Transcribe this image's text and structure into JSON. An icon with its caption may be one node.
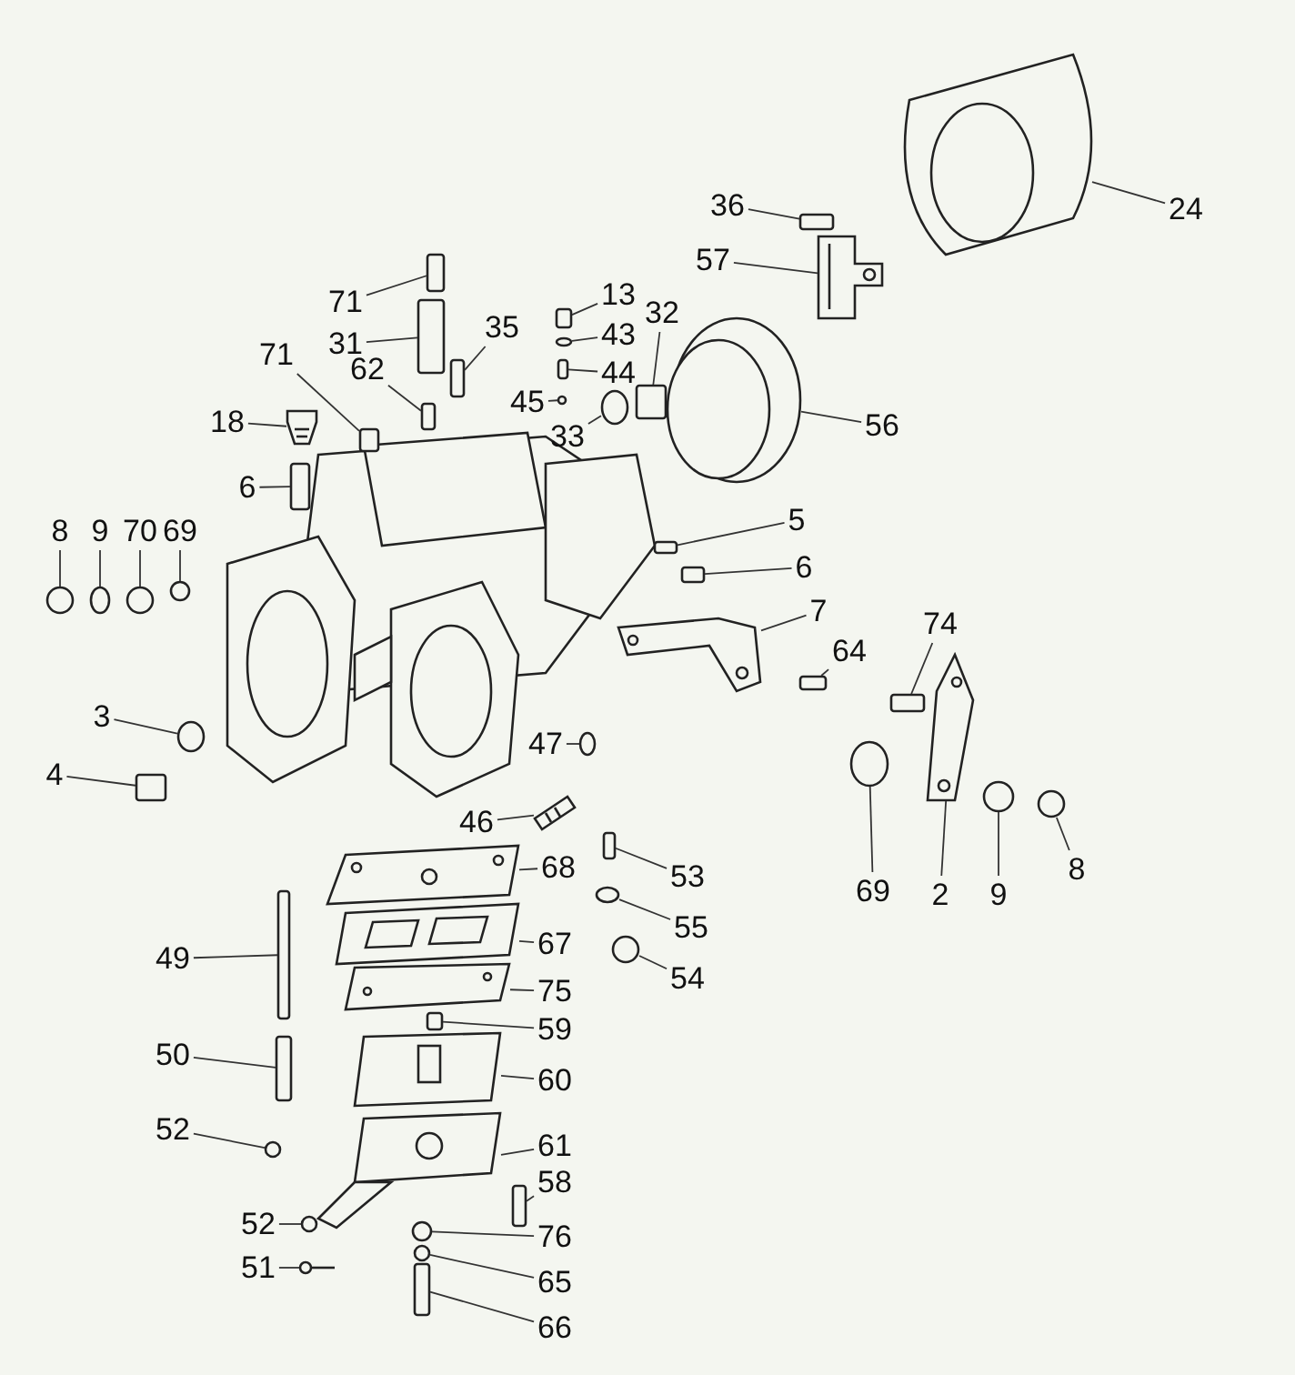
{
  "diagram": {
    "nodes": [
      {
        "text": [
          "71"
        ]
      },
      {
        "text": [
          "31"
        ]
      },
      {
        "text": [
          "35"
        ]
      },
      {
        "text": [
          "13"
        ]
      },
      {
        "text": [
          "43"
        ]
      },
      {
        "text": [
          "44"
        ]
      },
      {
        "text": [
          "32"
        ]
      },
      {
        "text": [
          "36"
        ]
      },
      {
        "text": [
          "57"
        ]
      },
      {
        "text": [
          "24"
        ]
      },
      {
        "text": [
          "71"
        ]
      },
      {
        "text": [
          "62"
        ]
      },
      {
        "text": [
          "18"
        ]
      },
      {
        "text": [
          "45"
        ]
      },
      {
        "text": [
          "33"
        ]
      },
      {
        "text": [
          "56"
        ]
      },
      {
        "text": [
          "6"
        ]
      },
      {
        "text": [
          "8"
        ]
      },
      {
        "text": [
          "9"
        ]
      },
      {
        "text": [
          "70"
        ]
      },
      {
        "text": [
          "69"
        ]
      },
      {
        "text": [
          "5"
        ]
      },
      {
        "text": [
          "6"
        ]
      },
      {
        "text": [
          "7"
        ]
      },
      {
        "text": [
          "74"
        ]
      },
      {
        "text": [
          "64"
        ]
      },
      {
        "text": [
          "3"
        ]
      },
      {
        "text": [
          "4"
        ]
      },
      {
        "text": [
          "47"
        ]
      },
      {
        "text": [
          "46"
        ]
      },
      {
        "text": [
          "69"
        ]
      },
      {
        "text": [
          "2"
        ]
      },
      {
        "text": [
          "9"
        ]
      },
      {
        "text": [
          "8"
        ]
      },
      {
        "text": [
          "68"
        ]
      },
      {
        "text": [
          "53"
        ]
      },
      {
        "text": [
          "55"
        ]
      },
      {
        "text": [
          "54"
        ]
      },
      {
        "text": [
          "49"
        ]
      },
      {
        "text": [
          "67"
        ]
      },
      {
        "text": [
          "75"
        ]
      },
      {
        "text": [
          "59"
        ]
      },
      {
        "text": [
          "50"
        ]
      },
      {
        "text": [
          "60"
        ]
      },
      {
        "text": [
          "52"
        ]
      },
      {
        "text": [
          "61"
        ]
      },
      {
        "text": [
          "58"
        ]
      },
      {
        "text": [
          "52"
        ]
      },
      {
        "text": [
          "76"
        ]
      },
      {
        "text": [
          "51"
        ]
      },
      {
        "text": [
          "65"
        ]
      },
      {
        "text": [
          "66"
        ]
      },
      {
        "text": [],
        "shape": "box"
      },
      {
        "text": [],
        "shape": "box"
      },
      {
        "text": [],
        "shape": "box"
      },
      {
        "text": [],
        "shape": "box"
      },
      {
        "text": [],
        "shape": "circle"
      },
      {
        "text": [],
        "shape": "box"
      },
      {
        "text": [],
        "shape": "box"
      },
      {
        "text": [],
        "shape": "box"
      },
      {
        "text": [],
        "shape": "picture"
      },
      {
        "text": [],
        "shape": "picture"
      },
      {
        "text": [],
        "shape": "box"
      },
      {
        "text": [],
        "shape": "box"
      },
      {
        "text": [],
        "shape": "picture"
      },
      {
        "text": [],
        "shape": "circle"
      },
      {
        "text": [],
        "shape": "circle"
      },
      {
        "text": [],
        "shape": "picture"
      },
      {
        "text": [],
        "shape": "box"
      },
      {
        "text": [],
        "shape": "circle"
      },
      {
        "text": [],
        "shape": "circle"
      },
      {
        "text": [],
        "shape": "circle"
      },
      {
        "text": [],
        "shape": "circle"
      },
      {
        "text": [],
        "shape": "box"
      },
      {
        "text": [],
        "shape": "box"
      },
      {
        "text": [],
        "shape": "picture"
      },
      {
        "text": [],
        "shape": "box"
      },
      {
        "text": [],
        "shape": "box"
      },
      {
        "text": [],
        "shape": "circle"
      },
      {
        "text": [],
        "shape": "box"
      },
      {
        "text": [],
        "shape": "circle"
      },
      {
        "text": [],
        "shape": "picture"
      },
      {
        "text": [],
        "shape": "circle"
      },
      {
        "text": [],
        "shape": "picture"
      },
      {
        "text": [],
        "shape": "circle"
      },
      {
        "text": [],
        "shape": "circle"
      },
      {
        "text": [],
        "shape": "picture"
      },
      {
        "text": [],
        "shape": "box"
      },
      {
        "text": [],
        "shape": "circle"
      },
      {
        "text": [],
        "shape": "circle"
      },
      {
        "text": [],
        "shape": "box"
      },
      {
        "text": [],
        "shape": "picture"
      },
      {
        "text": [],
        "shape": "picture"
      },
      {
        "text": [],
        "shape": "box"
      },
      {
        "text": [],
        "shape": "box"
      },
      {
        "text": [],
        "shape": "picture"
      },
      {
        "text": [],
        "shape": "circle"
      },
      {
        "text": [],
        "shape": "picture"
      },
      {
        "text": [],
        "shape": "box"
      },
      {
        "text": [],
        "shape": "circle"
      },
      {
        "text": [],
        "shape": "circle"
      },
      {
        "text": [],
        "shape": "picture"
      },
      {
        "text": [],
        "shape": "circle"
      },
      {
        "text": [],
        "shape": "box"
      }
    ],
    "edges": [
      {
        "from": 0,
        "to": 52,
        "arrow": "none"
      },
      {
        "from": 1,
        "to": 53,
        "arrow": "none"
      },
      {
        "from": 2,
        "to": 54,
        "arrow": "none"
      },
      {
        "from": 3,
        "to": 55,
        "arrow": "none"
      },
      {
        "from": 4,
        "to": 56,
        "arrow": "none"
      },
      {
        "from": 5,
        "to": 57,
        "arrow": "none"
      },
      {
        "from": 6,
        "to": 58,
        "arrow": "none"
      },
      {
        "from": 7,
        "to": 59,
        "arrow": "none"
      },
      {
        "from": 8,
        "to": 60,
        "arrow": "none"
      },
      {
        "from": 9,
        "to": 61,
        "arrow": "none"
      },
      {
        "from": 10,
        "to": 62,
        "arrow": "none"
      },
      {
        "from": 11,
        "to": 63,
        "arrow": "none"
      },
      {
        "from": 12,
        "to": 64,
        "arrow": "none"
      },
      {
        "from": 13,
        "to": 65,
        "arrow": "none"
      },
      {
        "from": 14,
        "to": 66,
        "arrow": "none"
      },
      {
        "from": 15,
        "to": 67,
        "arrow": "none"
      },
      {
        "from": 16,
        "to": 68,
        "arrow": "none"
      },
      {
        "from": 17,
        "to": 69,
        "arrow": "none"
      },
      {
        "from": 18,
        "to": 70,
        "arrow": "none"
      },
      {
        "from": 19,
        "to": 71,
        "arrow": "none"
      },
      {
        "from": 20,
        "to": 72,
        "arrow": "none"
      },
      {
        "from": 21,
        "to": 73,
        "arrow": "none"
      },
      {
        "from": 22,
        "to": 74,
        "arrow": "none"
      },
      {
        "from": 23,
        "to": 75,
        "arrow": "none"
      },
      {
        "from": 24,
        "to": 76,
        "arrow": "none"
      },
      {
        "from": 25,
        "to": 77,
        "arrow": "none"
      },
      {
        "from": 26,
        "to": 78,
        "arrow": "none"
      },
      {
        "from": 27,
        "to": 79,
        "arrow": "none"
      },
      {
        "from": 28,
        "to": 80,
        "arrow": "none"
      },
      {
        "from": 29,
        "to": 81,
        "arrow": "none"
      },
      {
        "from": 30,
        "to": 82,
        "arrow": "none"
      },
      {
        "from": 31,
        "to": 83,
        "arrow": "none"
      },
      {
        "from": 32,
        "to": 84,
        "arrow": "none"
      },
      {
        "from": 33,
        "to": 85,
        "arrow": "none"
      },
      {
        "from": 34,
        "to": 86,
        "arrow": "none"
      },
      {
        "from": 35,
        "to": 87,
        "arrow": "none"
      },
      {
        "from": 36,
        "to": 88,
        "arrow": "none"
      },
      {
        "from": 37,
        "to": 89,
        "arrow": "none"
      },
      {
        "from": 38,
        "to": 90,
        "arrow": "none"
      },
      {
        "from": 39,
        "to": 91,
        "arrow": "none"
      },
      {
        "from": 40,
        "to": 92,
        "arrow": "none"
      },
      {
        "from": 41,
        "to": 93,
        "arrow": "none"
      },
      {
        "from": 42,
        "to": 94,
        "arrow": "none"
      },
      {
        "from": 43,
        "to": 95,
        "arrow": "none"
      },
      {
        "from": 44,
        "to": 96,
        "arrow": "none"
      },
      {
        "from": 45,
        "to": 97,
        "arrow": "none"
      },
      {
        "from": 46,
        "to": 98,
        "arrow": "none"
      },
      {
        "from": 47,
        "to": 99,
        "arrow": "none"
      },
      {
        "from": 48,
        "to": 100,
        "arrow": "none"
      },
      {
        "from": 49,
        "to": 101,
        "arrow": "none"
      },
      {
        "from": 50,
        "to": 102,
        "arrow": "none"
      },
      {
        "from": 51,
        "to": 103,
        "arrow": "none"
      }
    ]
  }
}
